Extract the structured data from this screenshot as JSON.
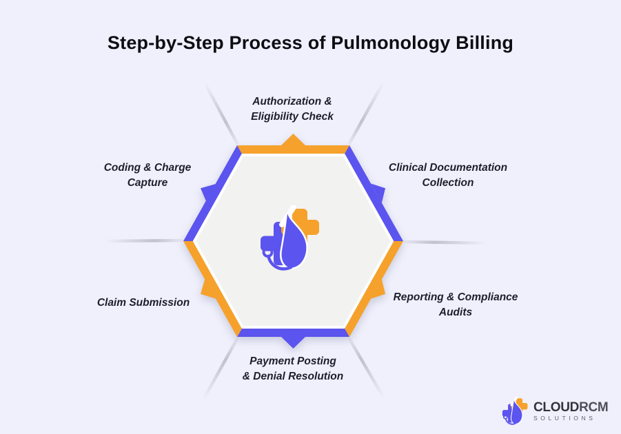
{
  "title": "Step-by-Step Process of Pulmonology Billing",
  "steps": {
    "authorization": {
      "line1": "Authorization &",
      "line2": "Eligibility Check"
    },
    "clinical": {
      "line1": "Clinical Documentation",
      "line2": "Collection"
    },
    "reporting": {
      "line1": "Reporting & Compliance",
      "line2": "Audits"
    },
    "payment": {
      "line1": "Payment Posting",
      "line2": "& Denial Resolution"
    },
    "claim": {
      "line1": "Claim Submission"
    },
    "coding": {
      "line1": "Coding & Charge",
      "line2": "Capture"
    }
  },
  "brand": {
    "name_primary": "CLOUD",
    "name_secondary": "RCM",
    "tagline": "SOLUTIONS",
    "icon": "cross-drop-stethoscope-icon"
  },
  "colors": {
    "orange": "#F5A12B",
    "blue": "#5B54EE",
    "background": "#EFF0FB",
    "hex_fill": "#F2F2F0",
    "title_text": "#0C0E13",
    "label_text": "#1C1F2B",
    "ray_gray": "#9A9AAA",
    "white": "#FFFFFF"
  }
}
